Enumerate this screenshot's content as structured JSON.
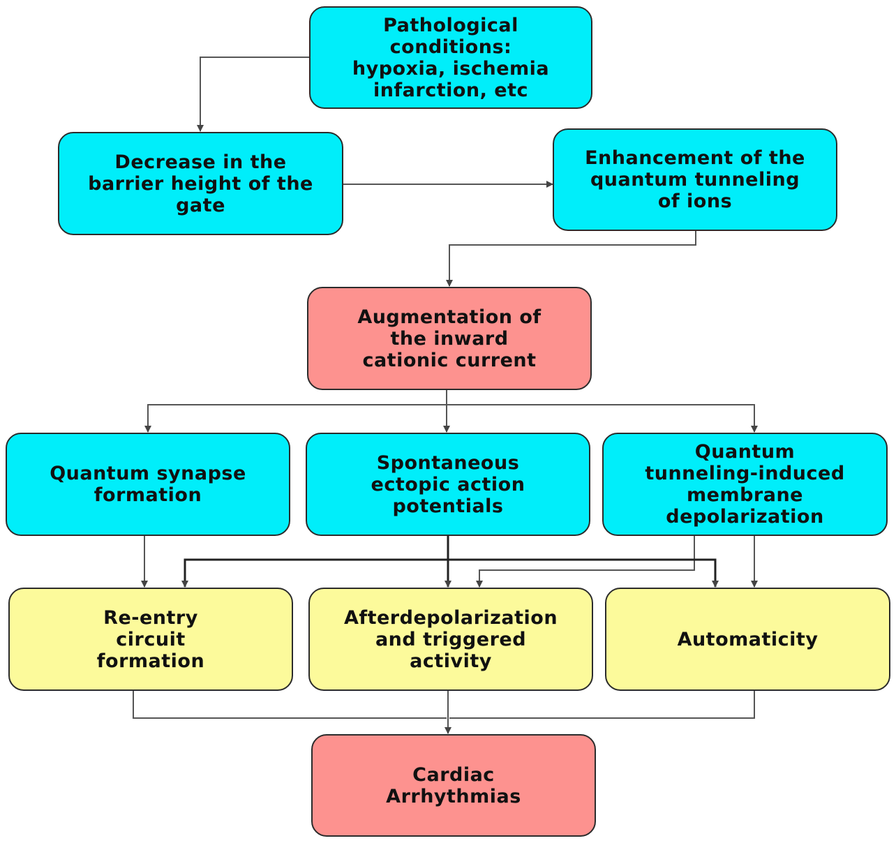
{
  "colors": {
    "cause": "#00eefa",
    "central": "#fd928f",
    "outcome": "#fcfa9b",
    "arrow": "#444444"
  },
  "nodes": {
    "pathological": "Pathological\nconditions:\nhypoxia, ischemia\ninfarction, etc",
    "decrease": "Decrease in the\nbarrier height of the\ngate",
    "enhancement": "Enhancement of the\nquantum tunneling\nof ions",
    "augmentation": "Augmentation of\nthe inward\ncationic current",
    "synapse": "Quantum synapse\nformation",
    "ectopic": "Spontaneous\nectopic action\npotentials",
    "depolarization": "Quantum\ntunneling-induced\nmembrane\ndepolarization",
    "reentry": "Re-entry\ncircuit\nformation",
    "afterdepol": "Afterdepolarization\nand triggered\nactivity",
    "automaticity": "Automaticity",
    "arrhythmias": "Cardiac\nArrhythmias"
  }
}
